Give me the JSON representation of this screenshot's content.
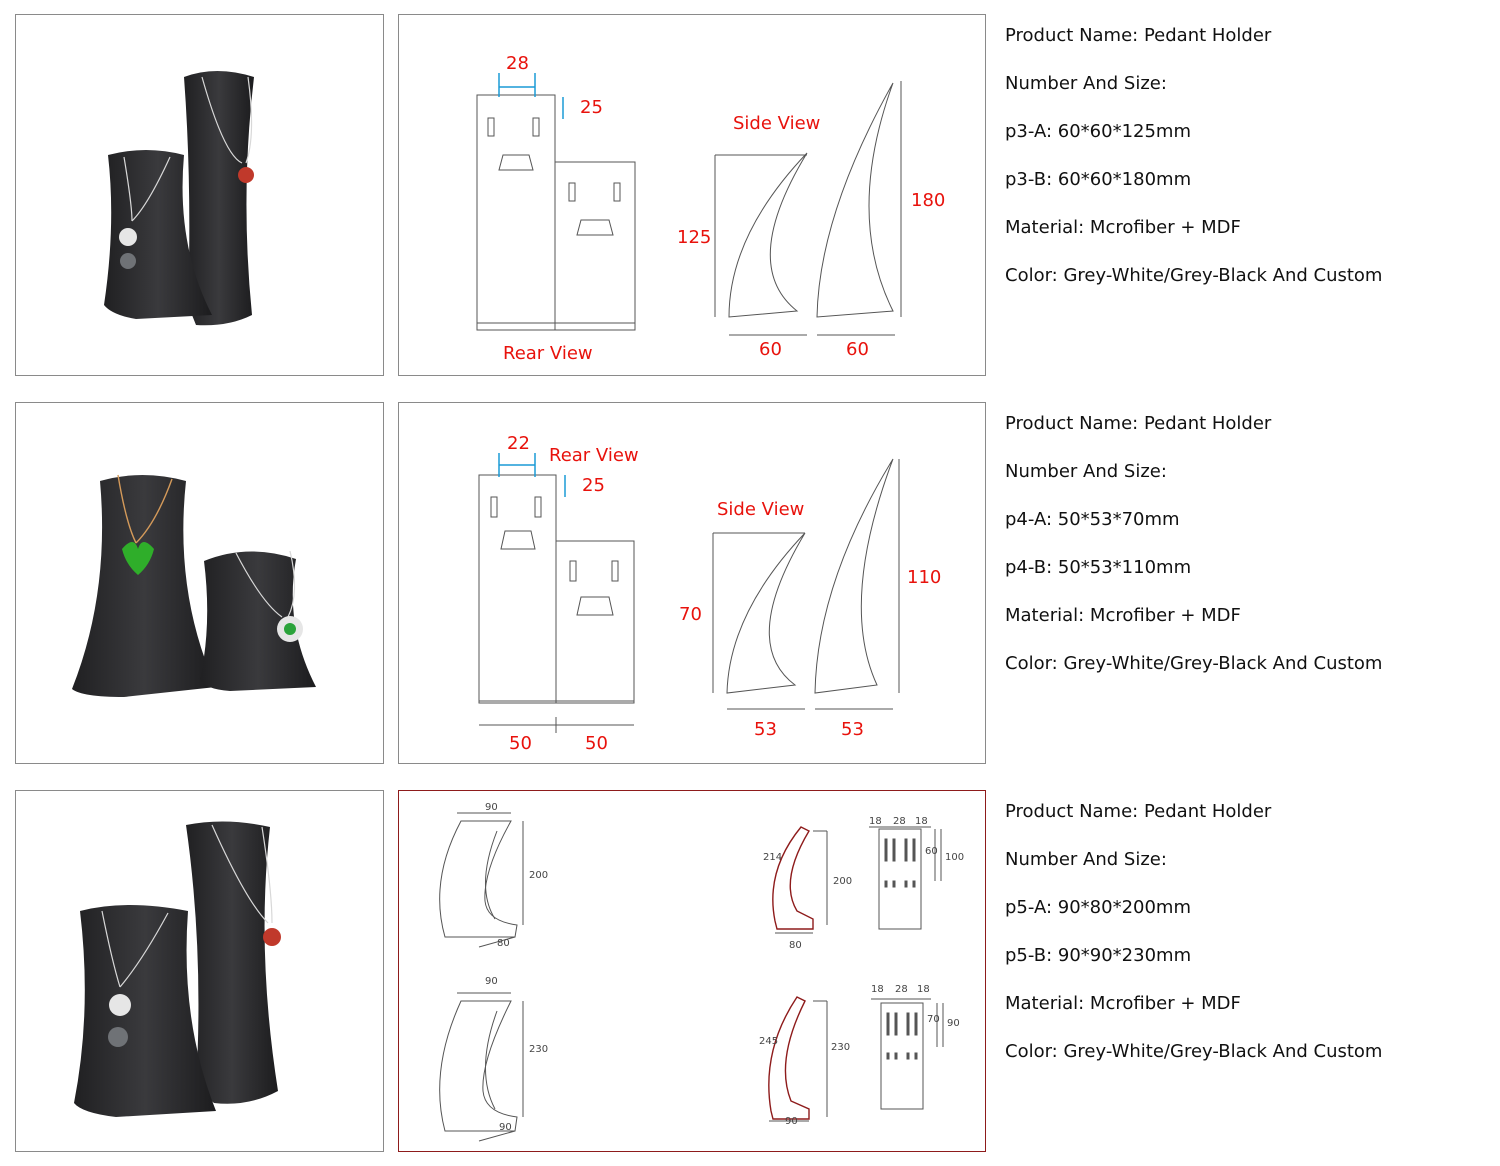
{
  "products": [
    {
      "name_line": "Product Name: Pedant Holder",
      "size_heading": "Number And Size:",
      "size_a": "p3-A: 60*60*125mm",
      "size_b": "p3-B: 60*60*180mm",
      "material": "Material: Mcrofiber + MDF",
      "color": "Color: Grey-White/Grey-Black And Custom",
      "drawing": {
        "hole_width": "28",
        "hole_height": "25",
        "rear_label": "Rear View",
        "side_label": "Side View",
        "short_height": "125",
        "tall_height": "180",
        "base_left": "60",
        "base_right": "60"
      }
    },
    {
      "name_line": "Product Name: Pedant Holder",
      "size_heading": "Number And Size:",
      "size_a": "p4-A: 50*53*70mm",
      "size_b": "p4-B: 50*53*110mm",
      "material": "Material: Mcrofiber + MDF",
      "color": "Color: Grey-White/Grey-Black And Custom",
      "drawing": {
        "hole_width": "22",
        "hole_height": "25",
        "rear_label": "Rear View",
        "side_label": "Side View",
        "short_height": "70",
        "tall_height": "110",
        "base_left": "53",
        "base_right": "53",
        "rear_width_left": "50",
        "rear_width_right": "50"
      }
    },
    {
      "name_line": "Product Name: Pedant Holder",
      "size_heading": "Number And Size:",
      "size_a": "p5-A: 90*80*200mm",
      "size_b": "p5-B: 90*90*230mm",
      "material": "Material: Mcrofiber + MDF",
      "color": "Color: Grey-White/Grey-Black And Custom",
      "drawing": {
        "a_top": "90",
        "a_height": "200",
        "a_base": "80",
        "a_slant": "214",
        "a_height2": "200",
        "a_base2": "80",
        "a_holes_1": "18",
        "a_holes_2": "28",
        "a_holes_3": "18",
        "a_hole_depth": "60",
        "a_block_height": "100",
        "b_top": "90",
        "b_height": "230",
        "b_base": "90",
        "b_slant": "245",
        "b_height2": "230",
        "b_base2": "90",
        "b_holes_1": "18",
        "b_holes_2": "28",
        "b_holes_3": "18",
        "b_hole_depth": "70",
        "b_block_height": "90"
      }
    }
  ],
  "colors": {
    "dimension_red": "#e8120c",
    "dimension_blue": "#1a9ad6",
    "velvet": "#2e2e30",
    "frame_red": "#8e1b1b"
  }
}
